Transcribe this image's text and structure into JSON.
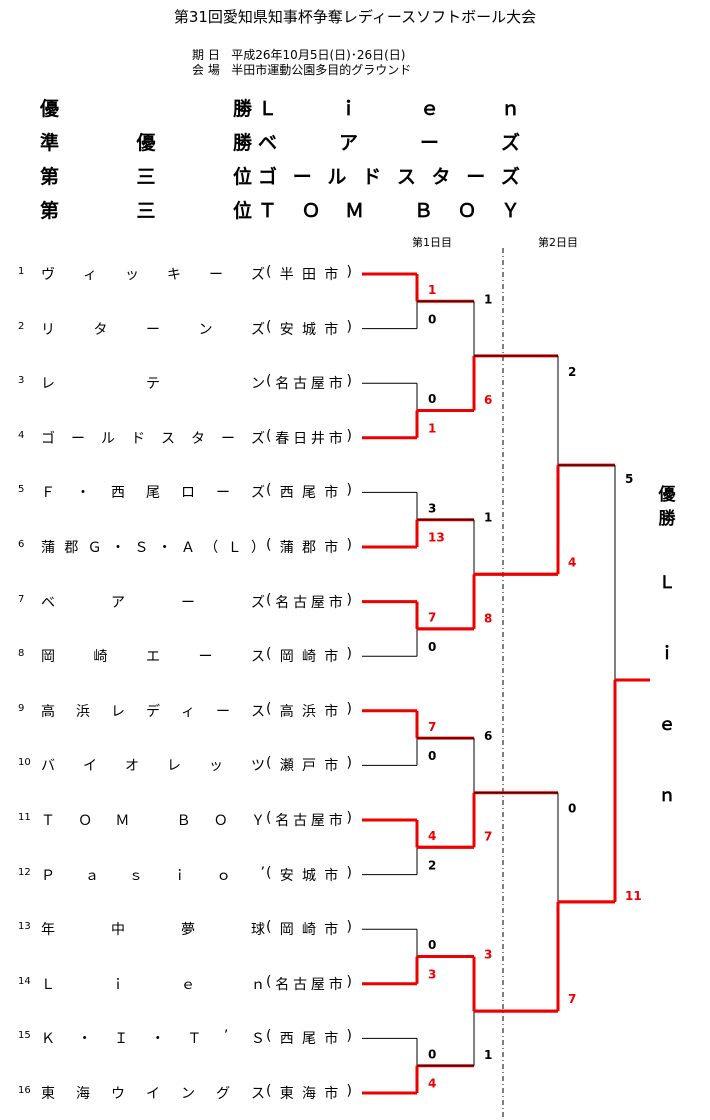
{
  "title": "第31回愛知県知事杯争奪レディースソフトボール大会",
  "info": {
    "date_label": "期 日",
    "date_value": "平成26年10月5日(日)･26日(日)",
    "venue_label": "会 場",
    "venue_value": "半田市運動公園多目的グラウンド"
  },
  "results": [
    {
      "label_chars": [
        "優",
        "",
        "勝"
      ],
      "value_chars": [
        "Ｌ",
        "ｉ",
        "ｅ",
        "ｎ"
      ]
    },
    {
      "label_chars": [
        "準",
        "優",
        "勝"
      ],
      "value_chars": [
        "ベ",
        "ア",
        "ー",
        "ズ"
      ]
    },
    {
      "label_chars": [
        "第",
        "三",
        "位"
      ],
      "value_chars": [
        "ゴ",
        "ー",
        "ル",
        "ド",
        "ス",
        "タ",
        "ー",
        "ズ"
      ]
    },
    {
      "label_chars": [
        "第",
        "三",
        "位"
      ],
      "value_chars": [
        "Ｔ",
        "Ｏ",
        "Ｍ",
        "",
        "Ｂ",
        "Ｏ",
        "Ｙ"
      ]
    }
  ],
  "days": {
    "day1": "第1日目",
    "day2": "第2日目"
  },
  "teams": [
    {
      "num": "1",
      "name_chars": [
        "ヴ",
        "ィ",
        "ッ",
        "キ",
        "ー",
        "ズ"
      ],
      "city_chars": [
        "(",
        "半",
        "田",
        "市",
        ")"
      ]
    },
    {
      "num": "2",
      "name_chars": [
        "リ",
        "タ",
        "ー",
        "ン",
        "ズ"
      ],
      "city_chars": [
        "(",
        "安",
        "城",
        "市",
        ")"
      ]
    },
    {
      "num": "3",
      "name_chars": [
        "レ",
        "テ",
        "ン"
      ],
      "city_chars": [
        "(",
        "名",
        "古",
        "屋",
        "市",
        ")"
      ]
    },
    {
      "num": "4",
      "name_chars": [
        "ゴ",
        "ー",
        "ル",
        "ド",
        "ス",
        "タ",
        "ー",
        "ズ"
      ],
      "city_chars": [
        "(",
        "春",
        "日",
        "井",
        "市",
        ")"
      ]
    },
    {
      "num": "5",
      "name_chars": [
        "Ｆ",
        "・",
        "西",
        "尾",
        "ロ",
        "ー",
        "ズ"
      ],
      "city_chars": [
        "(",
        "西",
        "尾",
        "市",
        ")"
      ]
    },
    {
      "num": "6",
      "name_chars": [
        "蒲",
        "郡",
        "Ｇ",
        "・",
        "Ｓ",
        "・",
        "Ａ",
        "（",
        "Ｌ",
        "）"
      ],
      "city_chars": [
        "(",
        "蒲",
        "郡",
        "市",
        ")"
      ]
    },
    {
      "num": "7",
      "name_chars": [
        "ベ",
        "ア",
        "ー",
        "ズ"
      ],
      "city_chars": [
        "(",
        "名",
        "古",
        "屋",
        "市",
        ")"
      ]
    },
    {
      "num": "8",
      "name_chars": [
        "岡",
        "崎",
        "エ",
        "ー",
        "ス"
      ],
      "city_chars": [
        "(",
        "岡",
        "崎",
        "市",
        ")"
      ]
    },
    {
      "num": "9",
      "name_chars": [
        "高",
        "浜",
        "レ",
        "デ",
        "ィ",
        "ー",
        "ス"
      ],
      "city_chars": [
        "(",
        "高",
        "浜",
        "市",
        ")"
      ]
    },
    {
      "num": "10",
      "name_chars": [
        "バ",
        "イ",
        "オ",
        "レ",
        "ッ",
        "ツ"
      ],
      "city_chars": [
        "(",
        "瀬",
        "戸",
        "市",
        ")"
      ]
    },
    {
      "num": "11",
      "name_chars": [
        "Ｔ",
        "Ｏ",
        "Ｍ",
        "",
        "Ｂ",
        "Ｏ",
        "Ｙ"
      ],
      "city_chars": [
        "(",
        "名",
        "古",
        "屋",
        "市",
        ")"
      ]
    },
    {
      "num": "12",
      "name_chars": [
        "Ｐ",
        "ａ",
        "ｓ",
        "ｉ",
        "ｏ",
        "’"
      ],
      "city_chars": [
        "(",
        "安",
        "城",
        "市",
        ")"
      ]
    },
    {
      "num": "13",
      "name_chars": [
        "年",
        "中",
        "夢",
        "球"
      ],
      "city_chars": [
        "(",
        "岡",
        "崎",
        "市",
        ")"
      ]
    },
    {
      "num": "14",
      "name_chars": [
        "Ｌ",
        "ｉ",
        "ｅ",
        "ｎ"
      ],
      "city_chars": [
        "(",
        "名",
        "古",
        "屋",
        "市",
        ")"
      ]
    },
    {
      "num": "15",
      "name_chars": [
        "Ｋ",
        "・",
        "Ｉ",
        "・",
        "Ｔ",
        "’",
        "Ｓ"
      ],
      "city_chars": [
        "(",
        "西",
        "尾",
        "市",
        ")"
      ]
    },
    {
      "num": "16",
      "name_chars": [
        "東",
        "海",
        "ウ",
        "イ",
        "ン",
        "グ",
        "ス"
      ],
      "city_chars": [
        "(",
        "東",
        "海",
        "市",
        ")"
      ]
    }
  ],
  "round1": [
    {
      "top_score": "1",
      "bottom_score": "0",
      "winner": "top"
    },
    {
      "top_score": "0",
      "bottom_score": "1",
      "winner": "bottom"
    },
    {
      "top_score": "3",
      "bottom_score": "13",
      "winner": "bottom"
    },
    {
      "top_score": "7",
      "bottom_score": "0",
      "winner": "top"
    },
    {
      "top_score": "7",
      "bottom_score": "0",
      "winner": "top"
    },
    {
      "top_score": "4",
      "bottom_score": "2",
      "winner": "top"
    },
    {
      "top_score": "0",
      "bottom_score": "3",
      "winner": "bottom"
    },
    {
      "top_score": "0",
      "bottom_score": "4",
      "winner": "bottom"
    }
  ],
  "round2": [
    {
      "top_score": "1",
      "bottom_score": "6",
      "winner": "bottom"
    },
    {
      "top_score": "1",
      "bottom_score": "8",
      "winner": "bottom"
    },
    {
      "top_score": "6",
      "bottom_score": "7",
      "winner": "bottom"
    },
    {
      "top_score": "3",
      "bottom_score": "1",
      "winner": "top"
    }
  ],
  "semis": [
    {
      "top_score": "2",
      "bottom_score": "4",
      "winner": "bottom"
    },
    {
      "top_score": "0",
      "bottom_score": "7",
      "winner": "bottom"
    }
  ],
  "final": {
    "top_score": "5",
    "bottom_score": "11",
    "winner": "bottom"
  },
  "champion": {
    "label_chars": [
      "優",
      "勝"
    ],
    "name_chars": [
      "Ｌ",
      "ｉ",
      "ｅ",
      "ｎ"
    ]
  },
  "colors": {
    "win_line": "#ee0000",
    "lose_line": "#000000",
    "win_score": "#ee0000"
  }
}
